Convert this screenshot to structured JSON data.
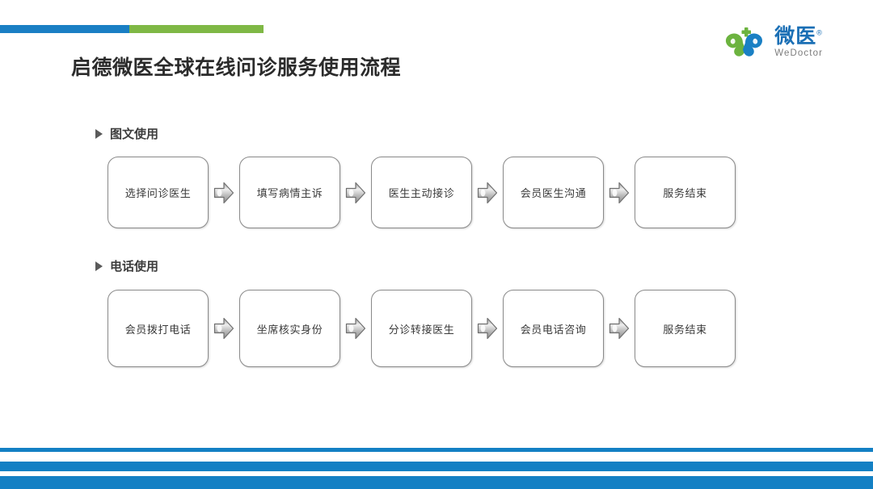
{
  "header": {
    "title": "启德微医全球在线问诊服务使用流程",
    "accent_blue": "#1a7fc4",
    "accent_green": "#7fb845"
  },
  "logo": {
    "name_cn": "微医",
    "registered_mark": "®",
    "name_en": "WeDoctor",
    "mark_green": "#6cb33f",
    "mark_blue": "#1a80c4",
    "text_color": "#1a6fb5"
  },
  "sections": [
    {
      "bullet": "chevron-right",
      "label": "图文使用",
      "steps": [
        "选择问诊医生",
        "填写病情主诉",
        "医生主动接诊",
        "会员医生沟通",
        "服务结束"
      ]
    },
    {
      "bullet": "chevron-right",
      "label": "电话使用",
      "steps": [
        "会员拨打电话",
        "坐席核实身份",
        "分诊转接医生",
        "会员电话咨询",
        "服务结束"
      ]
    }
  ],
  "footer": {
    "bar_color": "#1380c4",
    "bar_count": 3
  }
}
